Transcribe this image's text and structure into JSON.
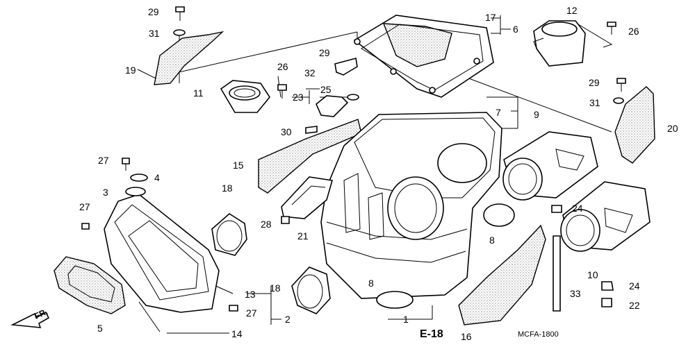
{
  "diagram": {
    "reference": "E-18",
    "code": "MCFA-1800",
    "direction": "FR.",
    "callouts": [
      "29",
      "31",
      "19",
      "11",
      "26",
      "29",
      "32",
      "23",
      "25",
      "17",
      "6",
      "12",
      "26",
      "29",
      "31",
      "20",
      "7",
      "9",
      "30",
      "15",
      "27",
      "4",
      "3",
      "27",
      "18",
      "28",
      "21",
      "24",
      "8",
      "13",
      "27",
      "2",
      "14",
      "5",
      "18",
      "8",
      "1",
      "16",
      "10",
      "33",
      "24",
      "22"
    ]
  }
}
